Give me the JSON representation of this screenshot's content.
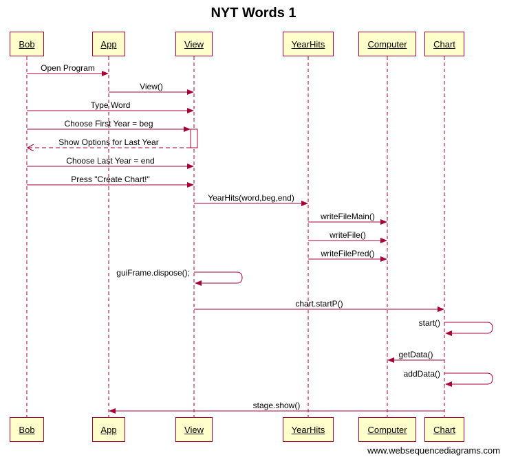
{
  "title": "NYT Words 1",
  "footer": "www.websequencediagrams.com",
  "colors": {
    "line": "#a80036",
    "box_fill": "#ffffcc"
  },
  "participants": [
    "Bob",
    "App",
    "View",
    "YearHits",
    "Computer",
    "Chart"
  ],
  "messages": [
    {
      "from": "Bob",
      "to": "App",
      "label": "Open Program",
      "kind": "sync"
    },
    {
      "from": "App",
      "to": "View",
      "label": "View()",
      "kind": "sync"
    },
    {
      "from": "Bob",
      "to": "View",
      "label": "Type Word",
      "kind": "sync"
    },
    {
      "from": "Bob",
      "to": "View",
      "label": "Choose First Year = beg",
      "kind": "sync"
    },
    {
      "from": "View",
      "to": "Bob",
      "label": "Show Options for Last Year",
      "kind": "return"
    },
    {
      "from": "Bob",
      "to": "View",
      "label": "Choose Last Year = end",
      "kind": "sync"
    },
    {
      "from": "Bob",
      "to": "View",
      "label": "Press \"Create Chart!\"",
      "kind": "sync"
    },
    {
      "from": "View",
      "to": "YearHits",
      "label": "YearHits(word,beg,end)",
      "kind": "sync"
    },
    {
      "from": "YearHits",
      "to": "Computer",
      "label": "writeFileMain()",
      "kind": "sync"
    },
    {
      "from": "YearHits",
      "to": "Computer",
      "label": "writeFile()",
      "kind": "sync"
    },
    {
      "from": "YearHits",
      "to": "Computer",
      "label": "writeFilePred()",
      "kind": "sync"
    },
    {
      "from": "View",
      "to": "View",
      "label": "guiFrame.dispose();",
      "kind": "self"
    },
    {
      "from": "View",
      "to": "Chart",
      "label": "chart.startP()",
      "kind": "sync"
    },
    {
      "from": "Chart",
      "to": "Chart",
      "label": "start()",
      "kind": "self"
    },
    {
      "from": "Chart",
      "to": "Computer",
      "label": "getData()",
      "kind": "sync"
    },
    {
      "from": "Chart",
      "to": "Chart",
      "label": "addData()",
      "kind": "self"
    },
    {
      "from": "Chart",
      "to": "App",
      "label": "stage.show()",
      "kind": "sync"
    }
  ]
}
